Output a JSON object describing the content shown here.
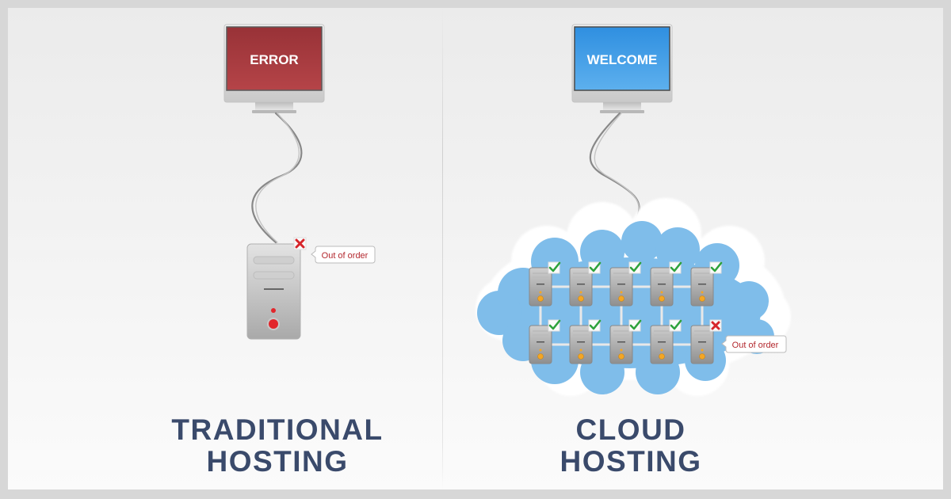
{
  "panels": {
    "traditional": {
      "screen_text": "ERROR",
      "screen_color": "#a33a3e",
      "server_status": "failed",
      "status_callout": "Out of order",
      "title_line1": "TRADITIONAL",
      "title_line2": "HOSTING"
    },
    "cloud": {
      "screen_text": "WELCOME",
      "screen_color": "#3d9be6",
      "servers_rows": 2,
      "servers_cols": 5,
      "server_statuses": [
        "ok",
        "ok",
        "ok",
        "ok",
        "ok",
        "ok",
        "ok",
        "ok",
        "ok",
        "failed"
      ],
      "status_callout": "Out of order",
      "title_line1": "CLOUD",
      "title_line2": "HOSTING"
    }
  },
  "colors": {
    "title": "#3a4a6b",
    "ok_check": "#2ea23c",
    "fail_x": "#d6262b",
    "callout_text": "#b3272d",
    "cloud_blue": "#7fbdea"
  }
}
